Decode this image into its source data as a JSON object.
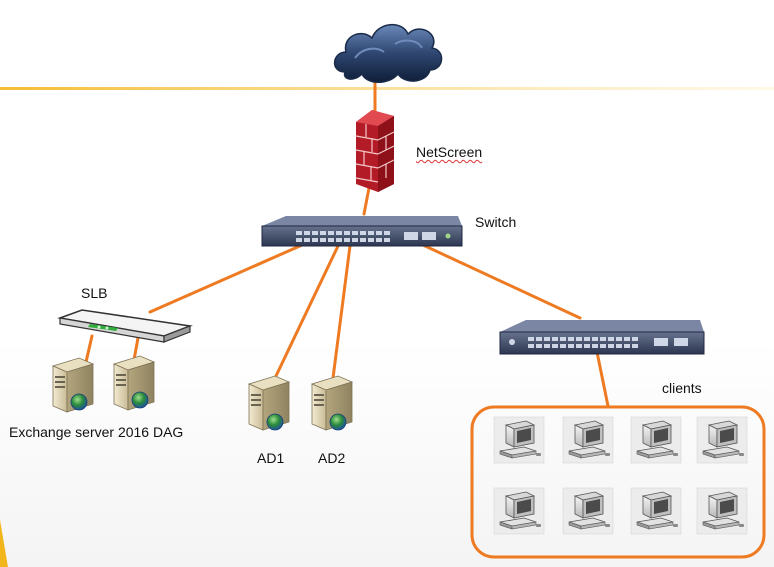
{
  "labels": {
    "netscreen": "NetScreen",
    "switch": "Switch",
    "slb": "SLB",
    "exchange": "Exchange server 2016 DAG",
    "ad1": "AD1",
    "ad2": "AD2",
    "clients": "clients"
  },
  "colors": {
    "link": "#ee7a22",
    "horizon": "#f3b51c",
    "firewall": "#c8202a",
    "switch_body": "#3e4a66",
    "cloud": "#243a5e"
  },
  "icons": [
    "cloud-icon",
    "firewall-icon",
    "switch-icon",
    "load-balancer-icon",
    "server-icon",
    "client-pc-icon"
  ]
}
